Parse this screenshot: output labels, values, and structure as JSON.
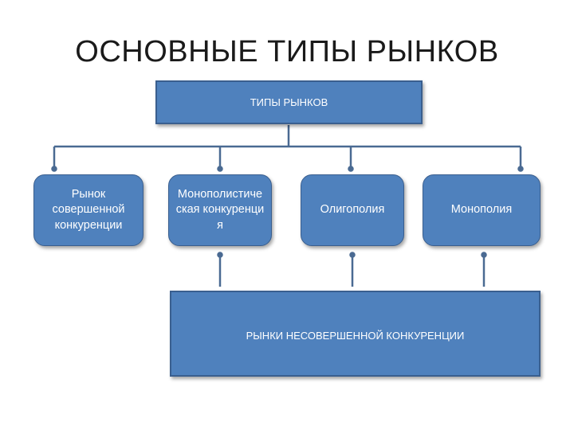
{
  "diagram": {
    "title": "ОСНОВНЫЕ ТИПЫ РЫНКОВ",
    "root_label": "ТИПЫ РЫНКОВ",
    "market_types": [
      {
        "label": "Рынок совершенной конкуренции"
      },
      {
        "label": "Монополистическая конкуренция"
      },
      {
        "label": "Олигополия"
      },
      {
        "label": "Монополия"
      }
    ],
    "bottom_label": "РЫНКИ НЕСОВЕРШЕННОЙ КОНКУРЕНЦИИ"
  },
  "colors": {
    "box_fill": "#4f81bd",
    "box_border": "#3a5f8f",
    "connector": "#4a6a92"
  }
}
